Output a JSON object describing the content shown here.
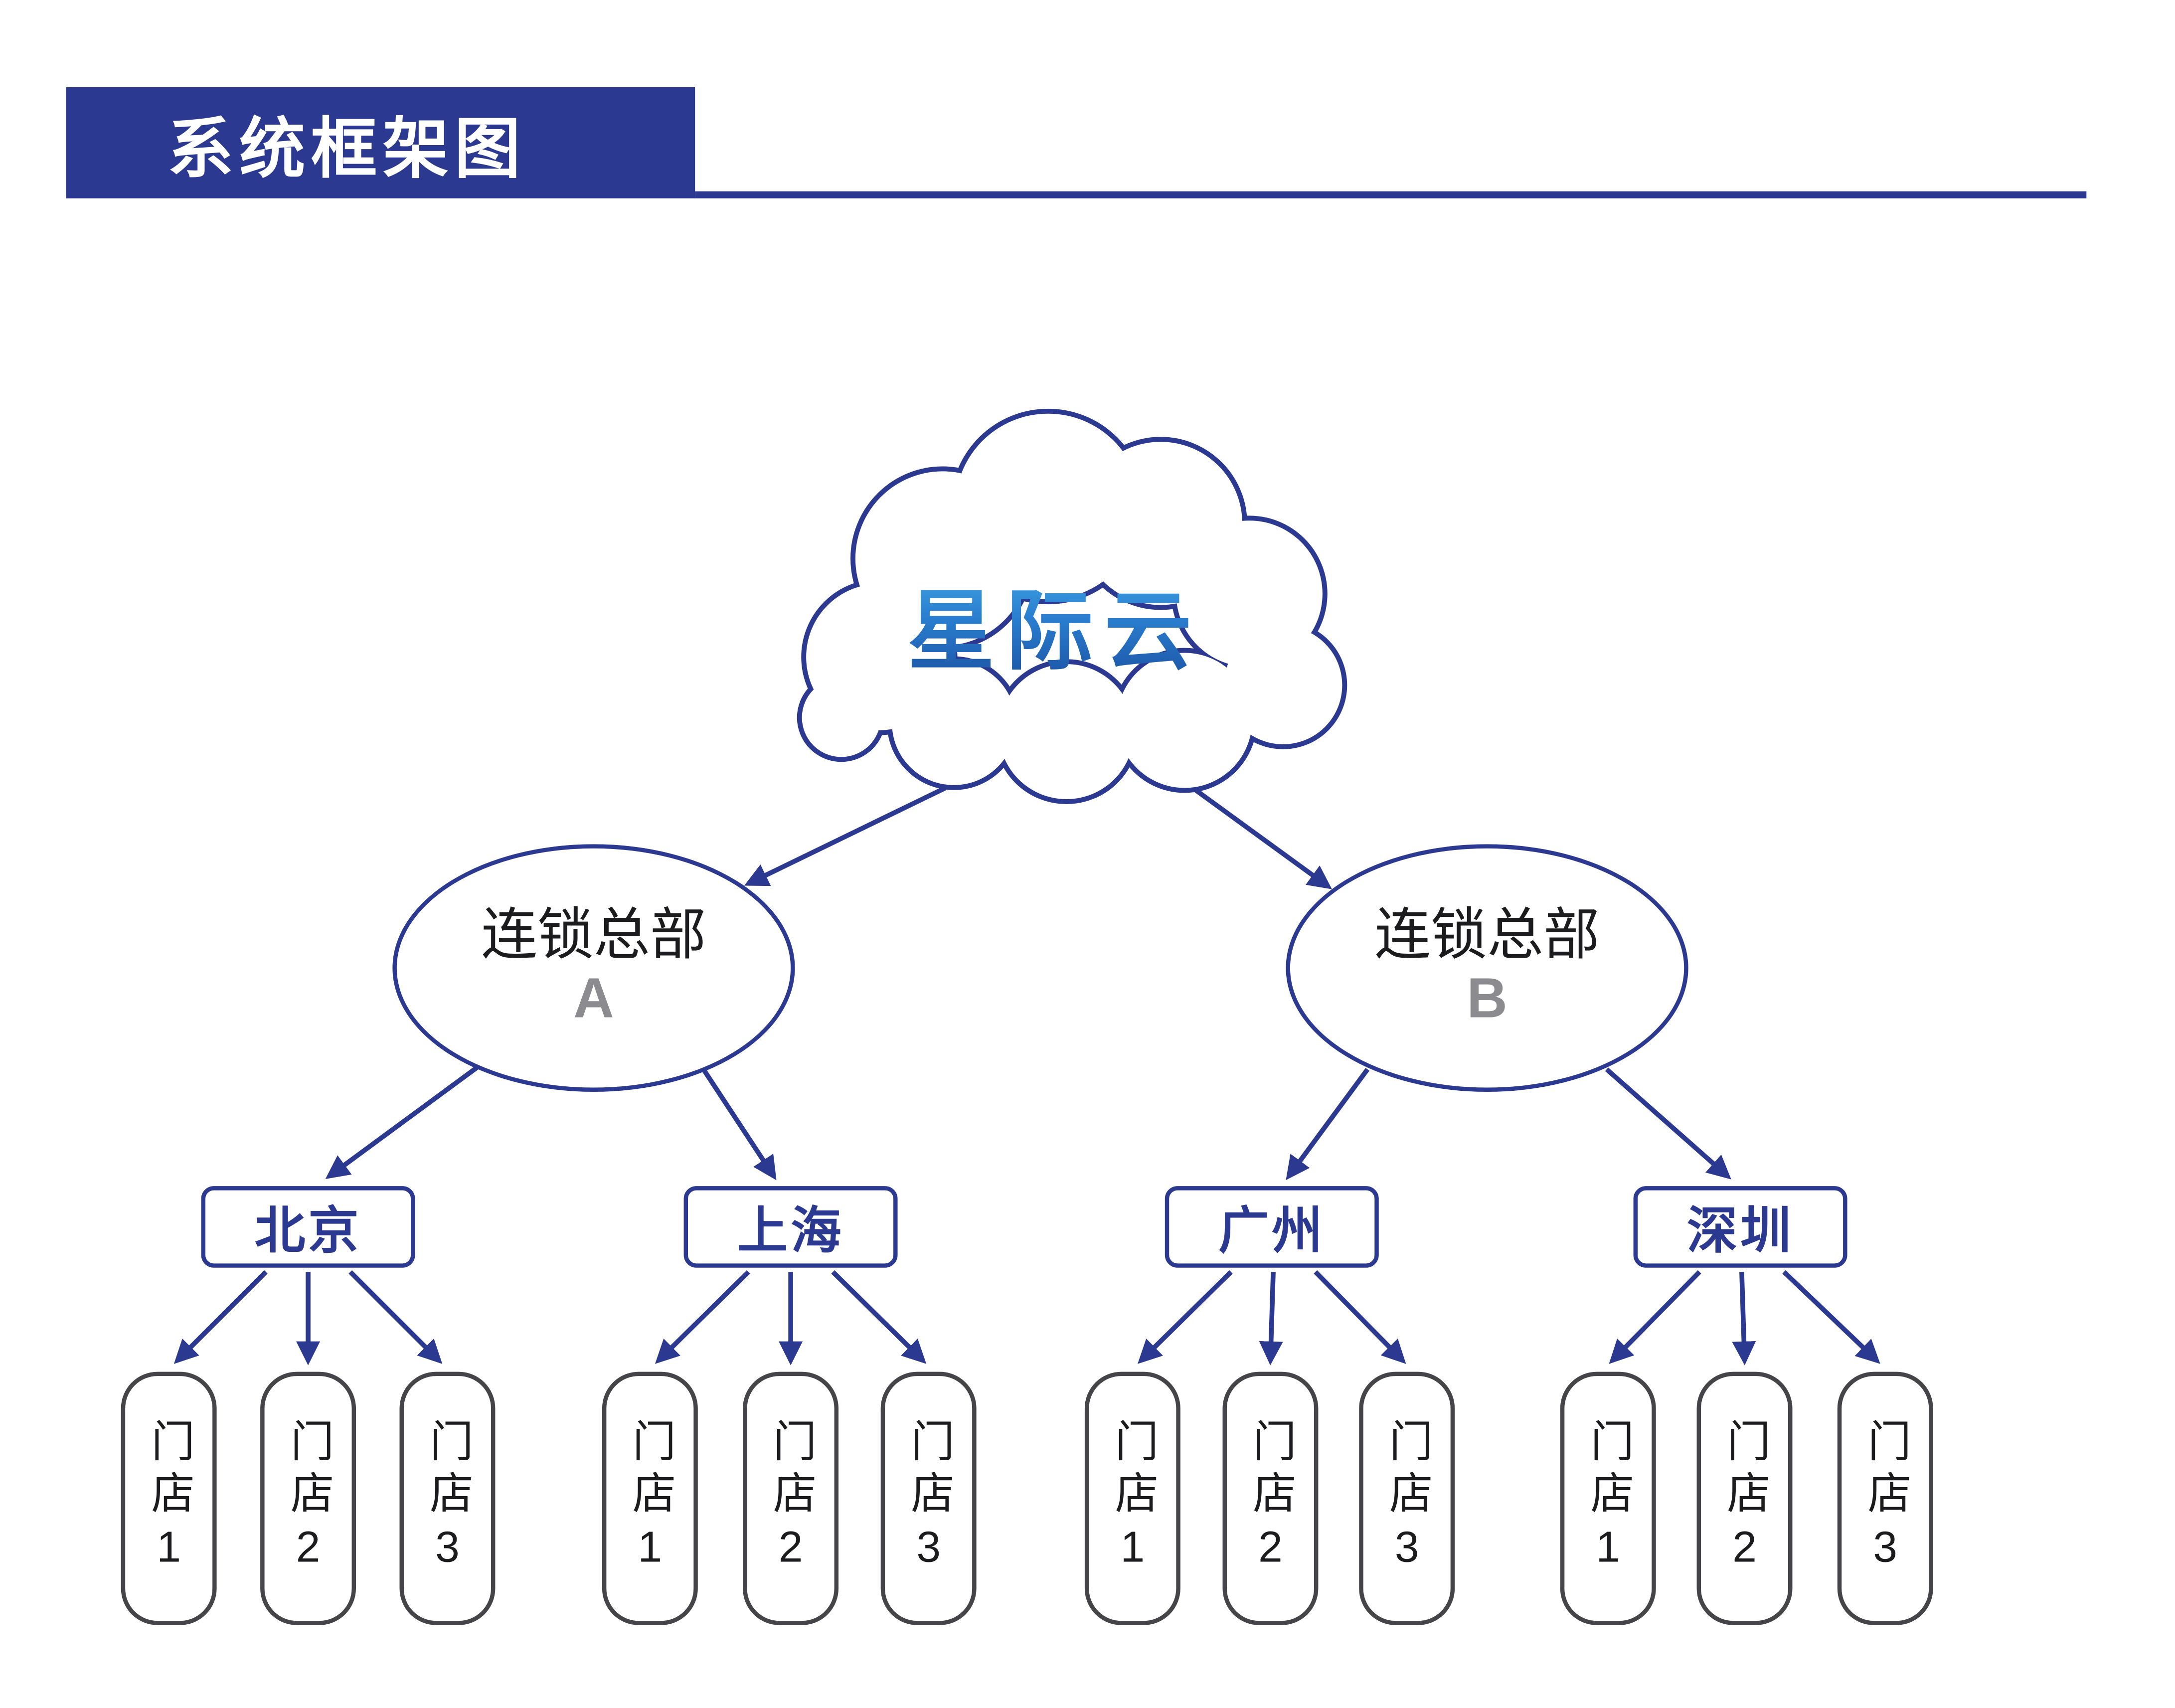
{
  "header": {
    "title": "系统框架图"
  },
  "cloud": {
    "label": "星际云"
  },
  "headquarters": [
    {
      "label": "连锁总部",
      "letter": "A"
    },
    {
      "label": "连锁总部",
      "letter": "B"
    }
  ],
  "cities": [
    {
      "label": "北京",
      "stores": [
        "门店1",
        "门店2",
        "门店3"
      ]
    },
    {
      "label": "上海",
      "stores": [
        "门店1",
        "门店2",
        "门店3"
      ]
    },
    {
      "label": "广州",
      "stores": [
        "门店1",
        "门店2",
        "门店3"
      ]
    },
    {
      "label": "深圳",
      "stores": [
        "门店1",
        "门店2",
        "门店3"
      ]
    }
  ],
  "colors": {
    "primary": "#2b3990",
    "cloud_text_gradient_top": "#44aae6",
    "cloud_text_gradient_bottom": "#1b4fa0",
    "hq_letter_gray": "#8c8c90",
    "store_border": "#454549",
    "text_dark": "#1c1c1e",
    "background": "#ffffff"
  }
}
